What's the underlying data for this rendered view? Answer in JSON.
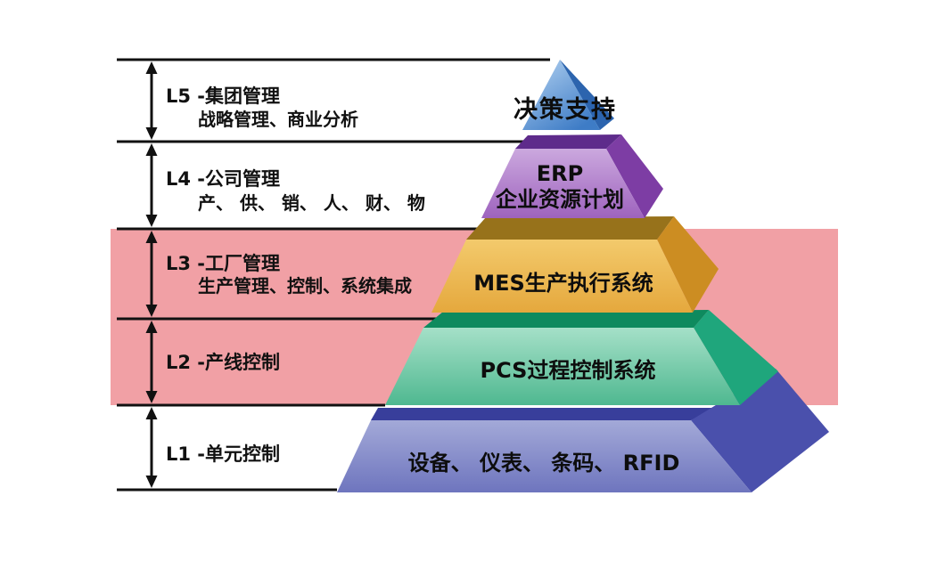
{
  "diagram": {
    "title_hidden": "",
    "levels": [
      {
        "id": "L5",
        "label": "L5 -集团管理",
        "sublabel": "战略管理、商业分析",
        "pyramid_text": "决策支持"
      },
      {
        "id": "L4",
        "label": "L4 -公司管理",
        "sublabel": "产、 供、 销、 人、 财、 物",
        "pyramid_title": "ERP",
        "pyramid_sub": "企业资源计划"
      },
      {
        "id": "L3",
        "label": "L3 -工厂管理",
        "sublabel": "生产管理、控制、系统集成",
        "pyramid_text": "MES生产执行系统"
      },
      {
        "id": "L2",
        "label": "L2 -产线控制",
        "sublabel": "",
        "pyramid_text": "PCS过程控制系统"
      },
      {
        "id": "L1",
        "label": "L1 -单元控制",
        "sublabel": "",
        "pyramid_text": "设备、 仪表、 条码、 RFID"
      }
    ],
    "colors": {
      "background": "#FFFFFF",
      "band_pink": "#F1A0A5",
      "line_black": "#111111",
      "l5_front_light": "#B6D4F2",
      "l5_front_dark": "#3E7CC6",
      "l5_side": "#2C64AE",
      "l4_top": "#5E2B8B",
      "l4_side": "#7D3DA4",
      "l4_front_light": "#CBA8DE",
      "l4_front_dark": "#9E63BE",
      "l3_top": "#97721B",
      "l3_side": "#CC8D22",
      "l3_front_light": "#F3CA6C",
      "l3_front_dark": "#E5A83D",
      "l2_top": "#0E8A5E",
      "l2_side": "#1FA67C",
      "l2_front_light": "#A5E0C8",
      "l2_front_dark": "#4FB890",
      "l1_top": "#383E9B",
      "l1_side": "#4A50AC",
      "l1_front_light": "#A3A9D8",
      "l1_front_dark": "#6E75BE"
    }
  }
}
